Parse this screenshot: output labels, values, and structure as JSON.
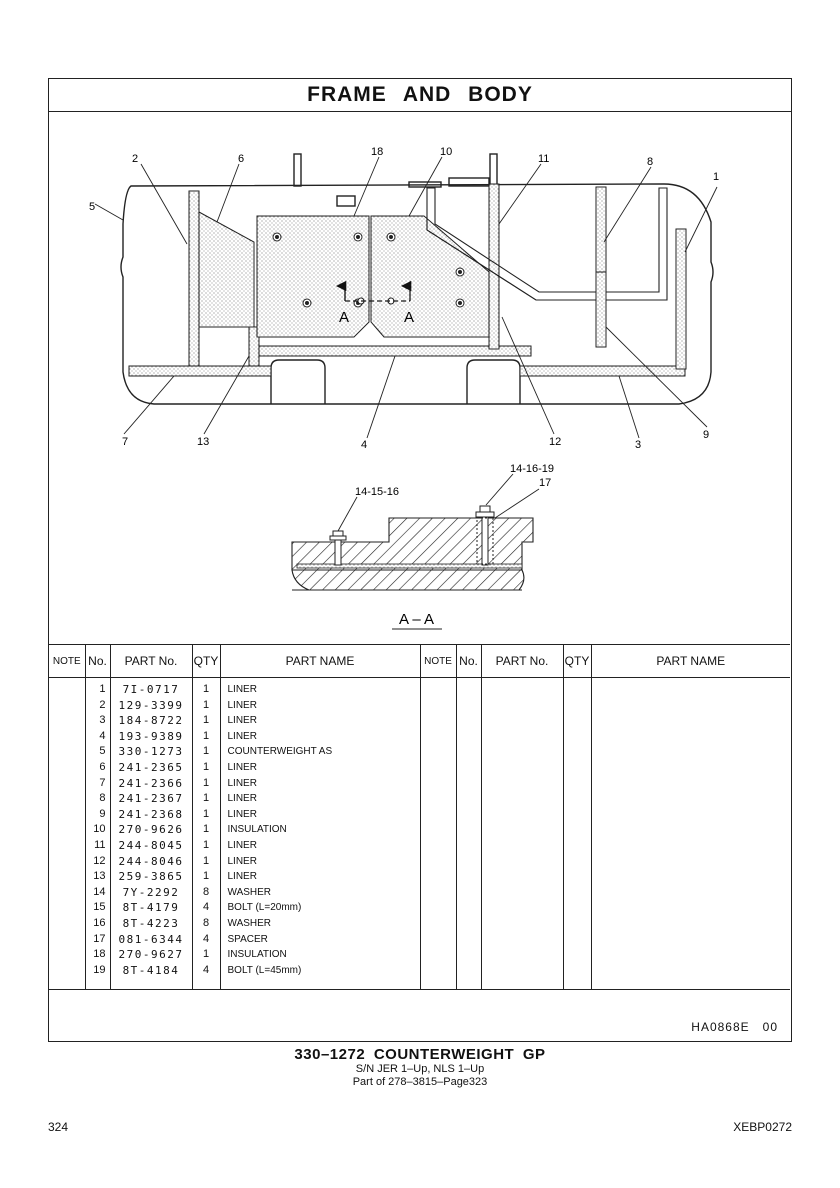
{
  "title": "FRAME AND BODY",
  "callouts": {
    "c1": "1",
    "c2": "2",
    "c3": "3",
    "c4": "4",
    "c5": "5",
    "c6": "6",
    "c7": "7",
    "c8": "8",
    "c9": "9",
    "c10": "10",
    "c11": "11",
    "c12": "12",
    "c13": "13",
    "c18": "18",
    "c_14_15_16": "14-15-16",
    "c_14_16_19": "14-16-19",
    "c17": "17",
    "section_marker": "A",
    "section_title": "A – A"
  },
  "table": {
    "headers": [
      "NOTE",
      "No.",
      "PART No.",
      "QTY",
      "PART NAME",
      "NOTE",
      "No.",
      "PART No.",
      "QTY",
      "PART NAME"
    ],
    "rows": [
      {
        "no": "1",
        "part_no": "7I-0717",
        "qty": "1",
        "name": "LINER"
      },
      {
        "no": "2",
        "part_no": "129-3399",
        "qty": "1",
        "name": "LINER"
      },
      {
        "no": "3",
        "part_no": "184-8722",
        "qty": "1",
        "name": "LINER"
      },
      {
        "no": "4",
        "part_no": "193-9389",
        "qty": "1",
        "name": "LINER"
      },
      {
        "no": "5",
        "part_no": "330-1273",
        "qty": "1",
        "name": "COUNTERWEIGHT AS"
      },
      {
        "no": "6",
        "part_no": "241-2365",
        "qty": "1",
        "name": "LINER"
      },
      {
        "no": "7",
        "part_no": "241-2366",
        "qty": "1",
        "name": "LINER"
      },
      {
        "no": "8",
        "part_no": "241-2367",
        "qty": "1",
        "name": "LINER"
      },
      {
        "no": "9",
        "part_no": "241-2368",
        "qty": "1",
        "name": "LINER"
      },
      {
        "no": "10",
        "part_no": "270-9626",
        "qty": "1",
        "name": "INSULATION"
      },
      {
        "no": "11",
        "part_no": "244-8045",
        "qty": "1",
        "name": "LINER"
      },
      {
        "no": "12",
        "part_no": "244-8046",
        "qty": "1",
        "name": "LINER"
      },
      {
        "no": "13",
        "part_no": "259-3865",
        "qty": "1",
        "name": "LINER"
      },
      {
        "no": "14",
        "part_no": "7Y-2292",
        "qty": "8",
        "name": "WASHER"
      },
      {
        "no": "15",
        "part_no": "8T-4179",
        "qty": "4",
        "name": "BOLT (L=20mm)"
      },
      {
        "no": "16",
        "part_no": "8T-4223",
        "qty": "8",
        "name": "WASHER"
      },
      {
        "no": "17",
        "part_no": "081-6344",
        "qty": "4",
        "name": "SPACER"
      },
      {
        "no": "18",
        "part_no": "270-9627",
        "qty": "1",
        "name": "INSULATION"
      },
      {
        "no": "19",
        "part_no": "8T-4184",
        "qty": "4",
        "name": "BOLT (L=45mm)"
      }
    ]
  },
  "illustration_code": "HA0868E   00",
  "caption": {
    "line1": "330–1272  COUNTERWEIGHT  GP",
    "line2": "S/N JER 1–Up, NLS 1–Up",
    "line3": "Part of 278–3815–Page323"
  },
  "page_number": "324",
  "doc_code": "XEBP0272"
}
